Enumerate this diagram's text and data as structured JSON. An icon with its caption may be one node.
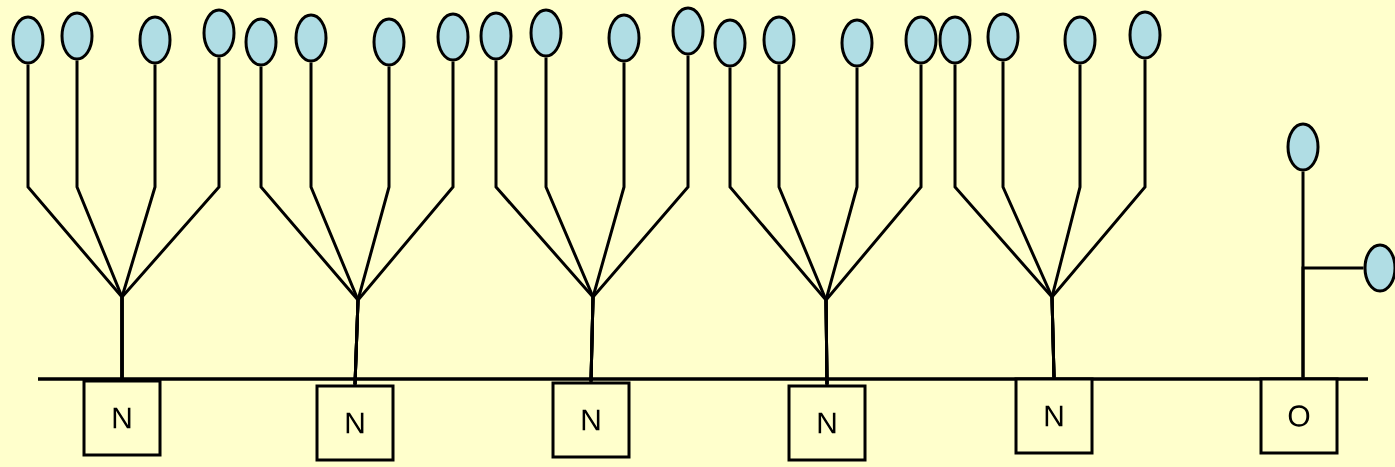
{
  "diagram": {
    "nodes": [
      {
        "text": [],
        "shape": "ellipse"
      },
      {
        "text": [],
        "shape": "ellipse"
      },
      {
        "text": [],
        "shape": "ellipse"
      },
      {
        "text": [],
        "shape": "ellipse"
      },
      {
        "text": [],
        "shape": "ellipse"
      },
      {
        "text": [],
        "shape": "ellipse"
      },
      {
        "text": [],
        "shape": "ellipse"
      },
      {
        "text": [],
        "shape": "ellipse"
      },
      {
        "text": [],
        "shape": "ellipse"
      },
      {
        "text": [],
        "shape": "ellipse"
      },
      {
        "text": [],
        "shape": "ellipse"
      },
      {
        "text": [],
        "shape": "ellipse"
      },
      {
        "text": [],
        "shape": "ellipse"
      },
      {
        "text": [],
        "shape": "ellipse"
      },
      {
        "text": [],
        "shape": "ellipse"
      },
      {
        "text": [],
        "shape": "ellipse"
      },
      {
        "text": [],
        "shape": "ellipse"
      },
      {
        "text": [],
        "shape": "ellipse"
      },
      {
        "text": [],
        "shape": "ellipse"
      },
      {
        "text": [],
        "shape": "ellipse"
      },
      {
        "text": [],
        "shape": "ellipse"
      },
      {
        "text": [],
        "shape": "ellipse"
      },
      {
        "text": [
          "N"
        ]
      },
      {
        "text": [
          "N"
        ]
      },
      {
        "text": [
          "N"
        ]
      },
      {
        "text": [
          "N"
        ]
      },
      {
        "text": [
          "N"
        ]
      },
      {
        "text": [
          "O"
        ]
      }
    ],
    "edges": [
      {
        "from": 22,
        "to": 0,
        "arrow": "none"
      },
      {
        "from": 22,
        "to": 1,
        "arrow": "none"
      },
      {
        "from": 22,
        "to": 2,
        "arrow": "none"
      },
      {
        "from": 22,
        "to": 3,
        "arrow": "none"
      },
      {
        "from": 23,
        "to": 4,
        "arrow": "none"
      },
      {
        "from": 23,
        "to": 5,
        "arrow": "none"
      },
      {
        "from": 23,
        "to": 6,
        "arrow": "none"
      },
      {
        "from": 23,
        "to": 7,
        "arrow": "none"
      },
      {
        "from": 24,
        "to": 8,
        "arrow": "none"
      },
      {
        "from": 24,
        "to": 9,
        "arrow": "none"
      },
      {
        "from": 24,
        "to": 10,
        "arrow": "none"
      },
      {
        "from": 24,
        "to": 11,
        "arrow": "none"
      },
      {
        "from": 25,
        "to": 12,
        "arrow": "none"
      },
      {
        "from": 25,
        "to": 13,
        "arrow": "none"
      },
      {
        "from": 25,
        "to": 14,
        "arrow": "none"
      },
      {
        "from": 25,
        "to": 15,
        "arrow": "none"
      },
      {
        "from": 26,
        "to": 16,
        "arrow": "none"
      },
      {
        "from": 26,
        "to": 17,
        "arrow": "none"
      },
      {
        "from": 26,
        "to": 18,
        "arrow": "none"
      },
      {
        "from": 26,
        "to": 19,
        "arrow": "none"
      },
      {
        "from": 27,
        "to": 20,
        "arrow": "none"
      },
      {
        "from": 27,
        "to": 21,
        "arrow": "none"
      }
    ]
  }
}
